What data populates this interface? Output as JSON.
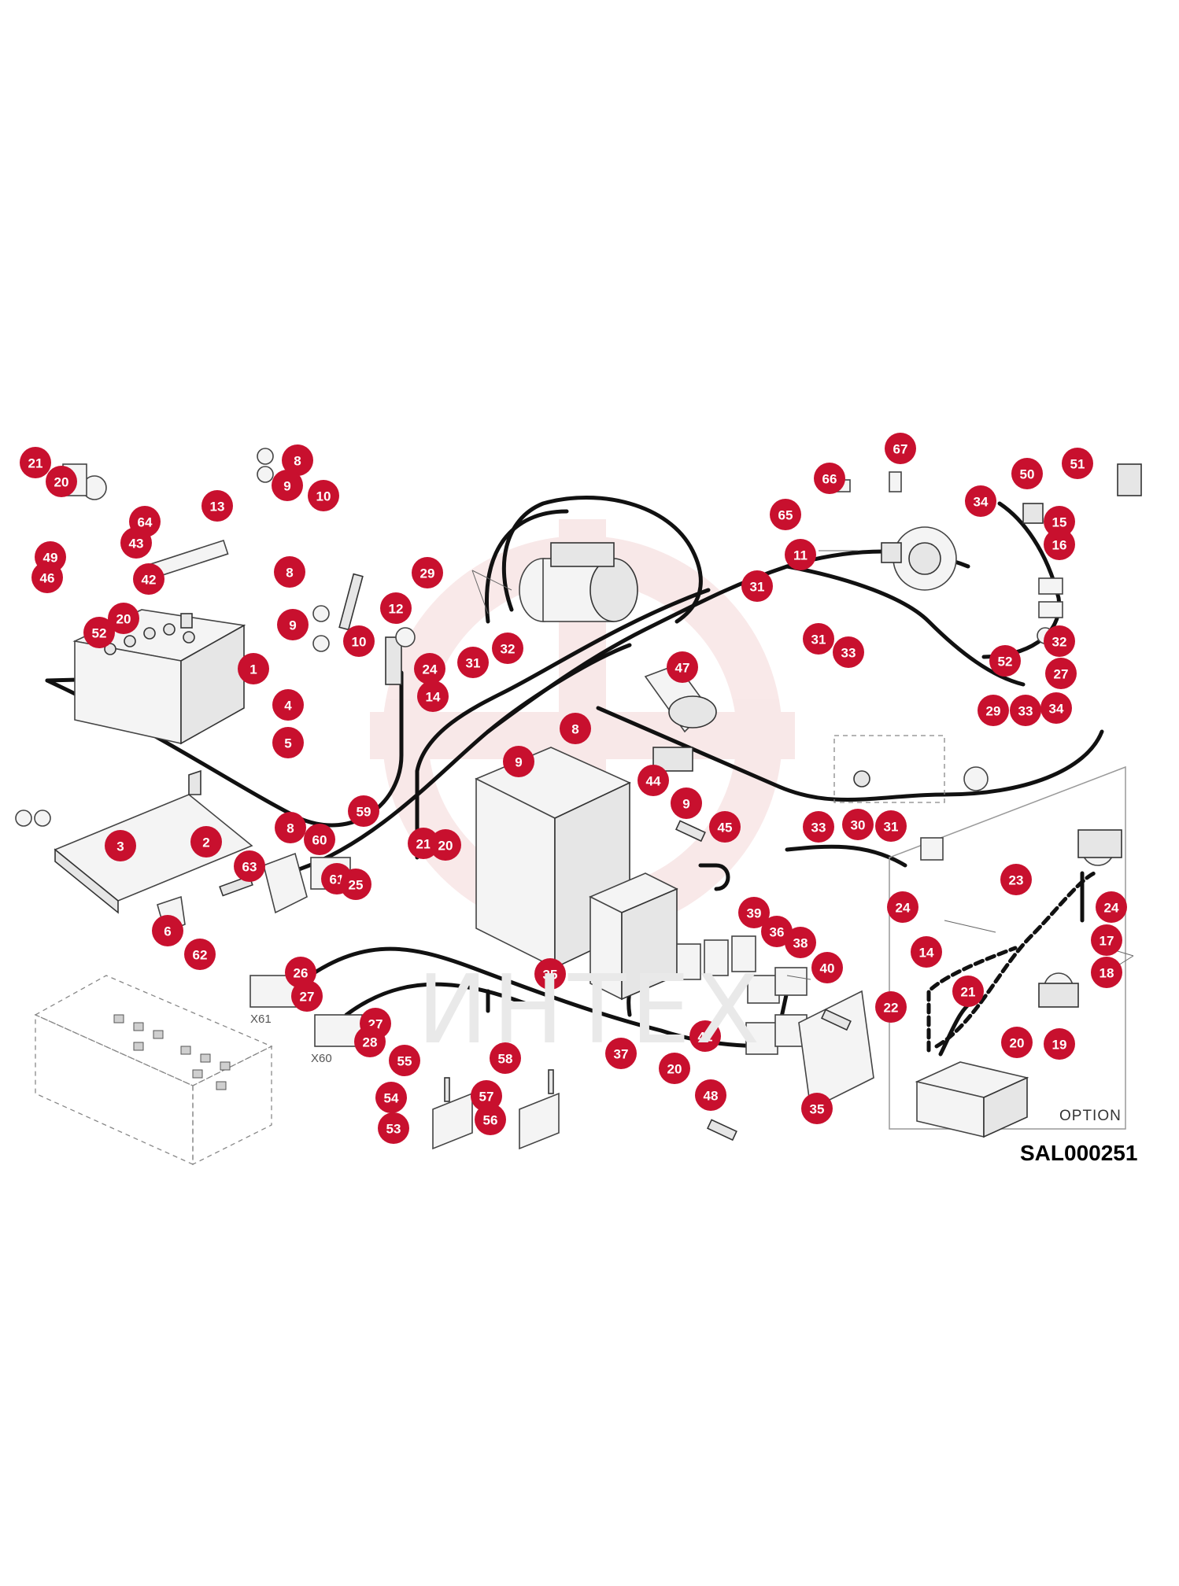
{
  "diagram": {
    "reference_code": "SAL000251",
    "option_label": "OPTION",
    "connector_labels": [
      "X61",
      "X60"
    ],
    "watermark_text": "ИНТЕХ",
    "watermark_color": "#e8b0b0",
    "badge_color": "#c8102e",
    "callouts": [
      "21",
      "20",
      "8",
      "9",
      "10",
      "13",
      "64",
      "43",
      "49",
      "46",
      "42",
      "52",
      "20",
      "1",
      "4",
      "5",
      "8",
      "9",
      "12",
      "10",
      "24",
      "14",
      "29",
      "31",
      "32",
      "3",
      "2",
      "6",
      "62",
      "63",
      "60",
      "59",
      "8",
      "61",
      "25",
      "26",
      "27",
      "27",
      "28",
      "55",
      "54",
      "53",
      "58",
      "57",
      "56",
      "8",
      "9",
      "44",
      "9",
      "45",
      "21",
      "20",
      "35",
      "37",
      "20",
      "48",
      "41",
      "39",
      "36",
      "38",
      "40",
      "35",
      "47",
      "67",
      "66",
      "65",
      "11",
      "31",
      "31",
      "33",
      "50",
      "51",
      "34",
      "15",
      "16",
      "32",
      "52",
      "27",
      "29",
      "33",
      "34",
      "33",
      "30",
      "31",
      "23",
      "24",
      "24",
      "14",
      "17",
      "18",
      "21",
      "22",
      "20",
      "19"
    ]
  }
}
